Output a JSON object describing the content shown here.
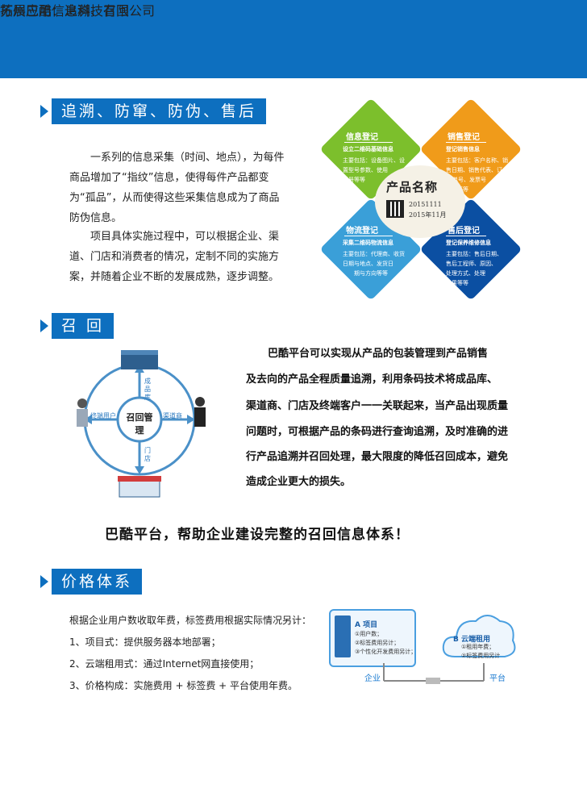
{
  "header": {
    "title": "拓展应用：追溯、召回",
    "company": "苏州巴酷信息科技有限公司",
    "bg_color": "#0d6fbf"
  },
  "section1": {
    "label": "追溯、防窜、防伪、售后",
    "para1": "一系列的信息采集（时间、地点），为每件商品增加了“指纹”信息，使得每件产品都变为“孤品”，从而使得这些采集信息成为了商品防伪信息。",
    "para2": "项目具体实施过程中，可以根据企业、渠道、门店和消费者的情况，定制不同的实施方案，并随着企业不断的发展成熟，逐步调整。",
    "diagram": {
      "center_title": "产品名称",
      "center_date1": "20151111",
      "center_date2": "2015年11月",
      "petals": [
        {
          "title": "信息登记",
          "subtitle": "设立二维码基础信息",
          "lines": [
            "主要包括：设备图片、设",
            "置型号参数、使用",
            "手册等等"
          ],
          "color": "#7cbf2c"
        },
        {
          "title": "销售登记",
          "subtitle": "登记销售信息",
          "lines": [
            "主要包括：客户名称、销",
            "售日期、销售代表、订",
            "单号、发票号",
            "等等"
          ],
          "color": "#f09b1a"
        },
        {
          "title": "物流登记",
          "subtitle": "采集二维码物流信息",
          "lines": [
            "主要包括：代理商、收货",
            "日期与地点、发货日",
            "期与方向等等"
          ],
          "color": "#3a9fd8"
        },
        {
          "title": "售后登记",
          "subtitle": "登记保养维修信息",
          "lines": [
            "主要包括：售后日期、",
            "售后工程师、原因、",
            "处理方式、处理",
            "结果等等"
          ],
          "color": "#0b4fa2"
        }
      ]
    }
  },
  "section2": {
    "label": "召 回",
    "hub": "召回管理",
    "nodes": {
      "warehouse": "成品库",
      "dealer": "渠道商",
      "store": "门店",
      "user": "终端用户"
    },
    "lines": [
      "巴酷平台可以实现从产品的包装管理到产品销售",
      "及去向的产品全程质量追溯，利用条码技术将成品库、",
      "渠道商、门店及终端客户一一关联起来，当产品出现质量",
      "问题时，可根据产品的条码进行查询追溯，及时准确的进",
      "行产品追溯并召回处理，最大限度的降低召回成本，避免",
      "造成企业更大的损失。"
    ],
    "slogan": "巴酷平台，帮助企业建设完整的召回信息体系！"
  },
  "section3": {
    "label": "价格体系",
    "lines": [
      "根据企业用户数收取年费，标签费用根据实际情况另计：",
      "1、项目式：提供服务器本地部署；",
      "2、云端租用式：通过Internet网直接使用；",
      "3、价格构成：实施费用 + 标签费 + 平台使用年费。"
    ],
    "box_a": {
      "title": "A 项目",
      "items": [
        "①用户数；",
        "②标签费用另计；",
        "③个性化开发费用另计；"
      ]
    },
    "box_b": {
      "title": "B 云端租用",
      "items": [
        "①租用年费；",
        "②标签费用另计"
      ]
    },
    "enterprise": "企业",
    "platform": "平台"
  }
}
